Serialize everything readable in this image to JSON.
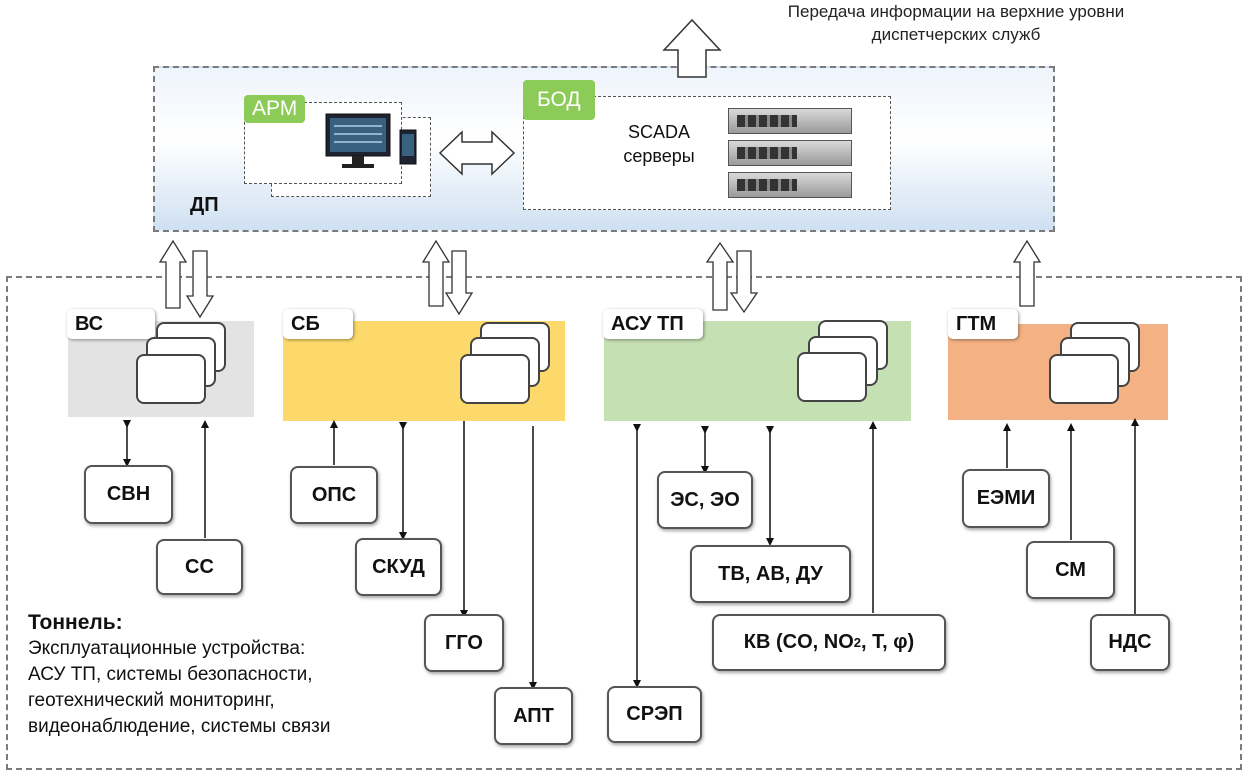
{
  "header": {
    "caption_line1": "Передача информации на верхние уровни",
    "caption_line2": "диспетчерских служб"
  },
  "dp": {
    "label": "ДП",
    "arm_tag": "АРМ",
    "bod_tag": "БОД",
    "scada_line1": "SCADA",
    "scada_line2": "серверы"
  },
  "groups": [
    {
      "label": "ВС",
      "color": "#e3e3e3"
    },
    {
      "label": "СБ",
      "color": "#fcd96a"
    },
    {
      "label": "АСУ ТП",
      "color": "#c5e0b3"
    },
    {
      "label": "ГТМ",
      "color": "#f4b183"
    }
  ],
  "devices": {
    "svn": "СВН",
    "ss": "СС",
    "ops": "ОПС",
    "skud": "СКУД",
    "ggo": "ГГО",
    "apt": "АПТ",
    "srep": "СРЭП",
    "es_eo": "ЭС, ЭО",
    "tv_av_du": "ТВ, АВ, ДУ",
    "kv_prefix": "КВ (CO, NO",
    "kv_sub": "2",
    "kv_suffix": ", T, φ)",
    "eemi": "ЕЭМИ",
    "sm": "СМ",
    "nds": "НДС"
  },
  "tunnel": {
    "title": "Тоннель:",
    "line1": "Эксплуатационные устройства:",
    "line2": "АСУ ТП, системы безопасности,",
    "line3": "геотехнический мониторинг,",
    "line4": "видеонаблюдение, системы связи"
  }
}
